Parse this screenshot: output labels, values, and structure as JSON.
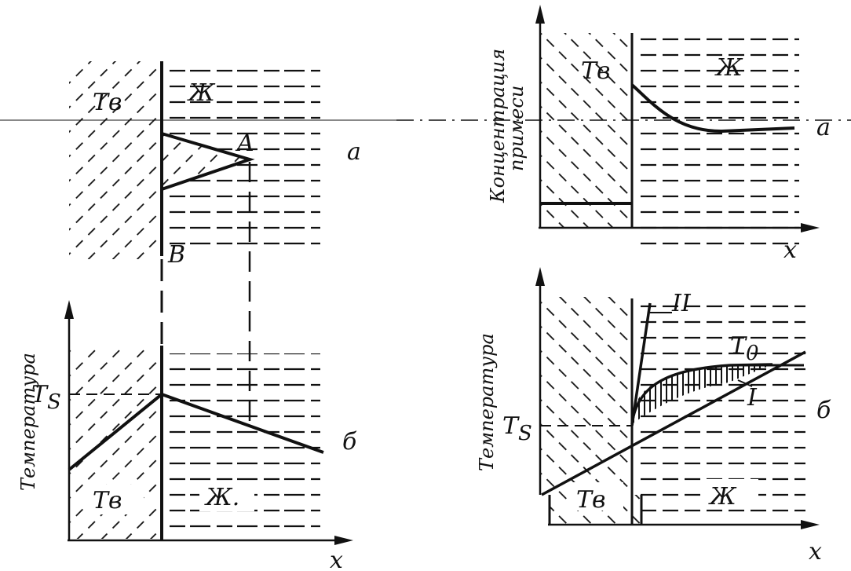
{
  "colors": {
    "ink": "#111111",
    "background": "#ffffff"
  },
  "left_panel": {
    "top": {
      "solid_label": "Тв",
      "liquid_label": "Ж",
      "point_a": "A",
      "point_b": "B",
      "panel_letter": "а"
    },
    "bottom": {
      "y_axis_title": "Температура",
      "ts_label": "T",
      "ts_sub": "S",
      "solid_label": "Тв",
      "liquid_label": "Ж.",
      "x_axis_label": "x",
      "panel_letter": "б"
    }
  },
  "right_panel": {
    "top": {
      "y_axis_title_line1": "Концентрация",
      "y_axis_title_line2": "примеси",
      "solid_label": "Тв",
      "liquid_label": "Ж",
      "x_axis_label": "x",
      "panel_letter": "а"
    },
    "bottom": {
      "y_axis_title": "Температура",
      "ts_label": "T",
      "ts_sub": "S",
      "curve_one": "I",
      "curve_two": "II",
      "t0_label": "T",
      "t0_sub": "0",
      "solid_label": "Тв",
      "liquid_label": "Ж",
      "x_axis_label": "x",
      "panel_letter": "б"
    }
  }
}
